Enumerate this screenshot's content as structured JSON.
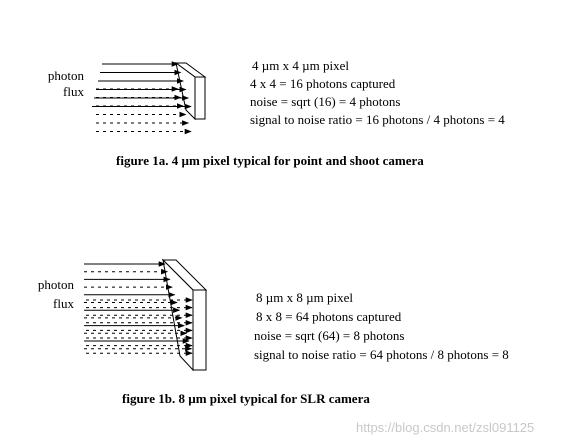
{
  "fig1a": {
    "label_line1": "photon",
    "label_line2": "flux",
    "info": [
      "4  µm x 4  µm pixel",
      "4   x 4   = 16  photons captured",
      "noise = sqrt (16) = 4 photons",
      "signal to noise ratio  = 16 photons / 4 photons = 4"
    ],
    "caption": "figure  1a.  4  µm pixel typical  for point and shoot camera"
  },
  "fig1b": {
    "label_line1": "photon",
    "label_line2": "flux",
    "info": [
      "8  µm x 8  µm pixel",
      "8   x 8   = 64 photons captured",
      "noise = sqrt (64) = 8 photons",
      "signal to noise ratio  = 64  photons  /  8  photons =  8"
    ],
    "caption": "figure  1b.  8 µm pixel typical for SLR camera"
  },
  "watermark": "https://blog.csdn.net/zsl091125"
}
